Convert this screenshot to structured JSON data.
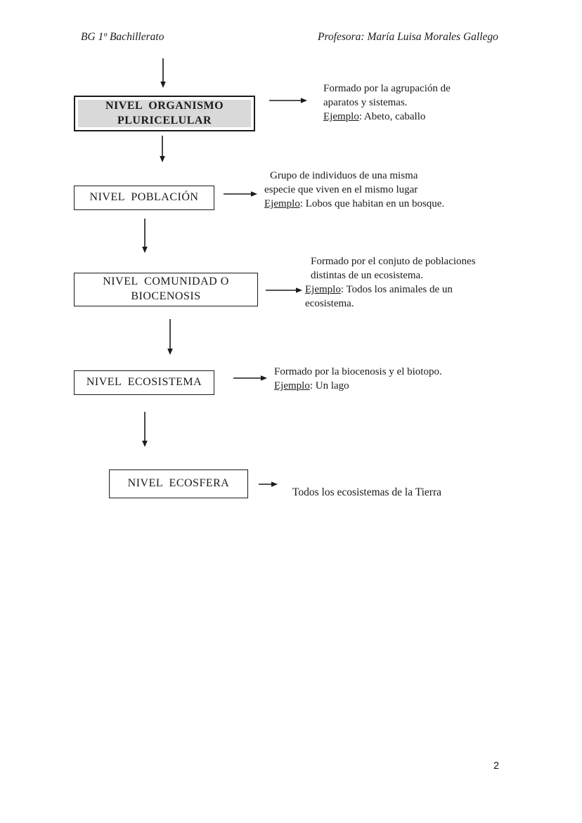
{
  "page": {
    "header_left": "BG 1º Bachillerato",
    "header_right": "Profesora: María Luisa Morales Gallego",
    "page_number": "2"
  },
  "colors": {
    "text": "#1a1a1a",
    "box_border": "#1a1a1a",
    "shaded_box_fill": "#d9d9d9",
    "background": "#ffffff"
  },
  "diagram": {
    "nodes": [
      {
        "id": "organismo-pluricelular",
        "label_line1": "NIVEL  ORGANISMO",
        "label_line2": "PLURICELULAR",
        "desc_line1": "Formado por la agrupación de",
        "desc_line2": "aparatos y sistemas.",
        "ejemplo_label": "Ejemplo",
        "ejemplo_text": ": Abeto, caballo"
      },
      {
        "id": "poblacion",
        "label_line1": "NIVEL  POBLACIÓN",
        "desc_line1": "Grupo de individuos de una misma",
        "desc_line2": "especie que viven en el mismo lugar",
        "ejemplo_label": "Ejemplo",
        "ejemplo_text": ": Lobos que habitan en un bosque."
      },
      {
        "id": "comunidad-biocenosis",
        "label_line1": "NIVEL  COMUNIDAD O",
        "label_line2": "BIOCENOSIS",
        "desc_line1": "Formado por el conjuto de poblaciones",
        "desc_line2": "distintas de un ecosistema.",
        "ejemplo_label": "Ejemplo",
        "ejemplo_text": ": Todos los animales de un",
        "desc_line3": "ecosistema."
      },
      {
        "id": "ecosistema",
        "label_line1": "NIVEL  ECOSISTEMA",
        "desc_line1": "Formado por la biocenosis y el biotopo.",
        "ejemplo_label": "Ejemplo",
        "ejemplo_text": ": Un lago"
      },
      {
        "id": "ecosfera",
        "label_line1": "NIVEL  ECOSFERA",
        "desc_line1": "Todos los ecosistemas de la Tierra"
      }
    ]
  }
}
